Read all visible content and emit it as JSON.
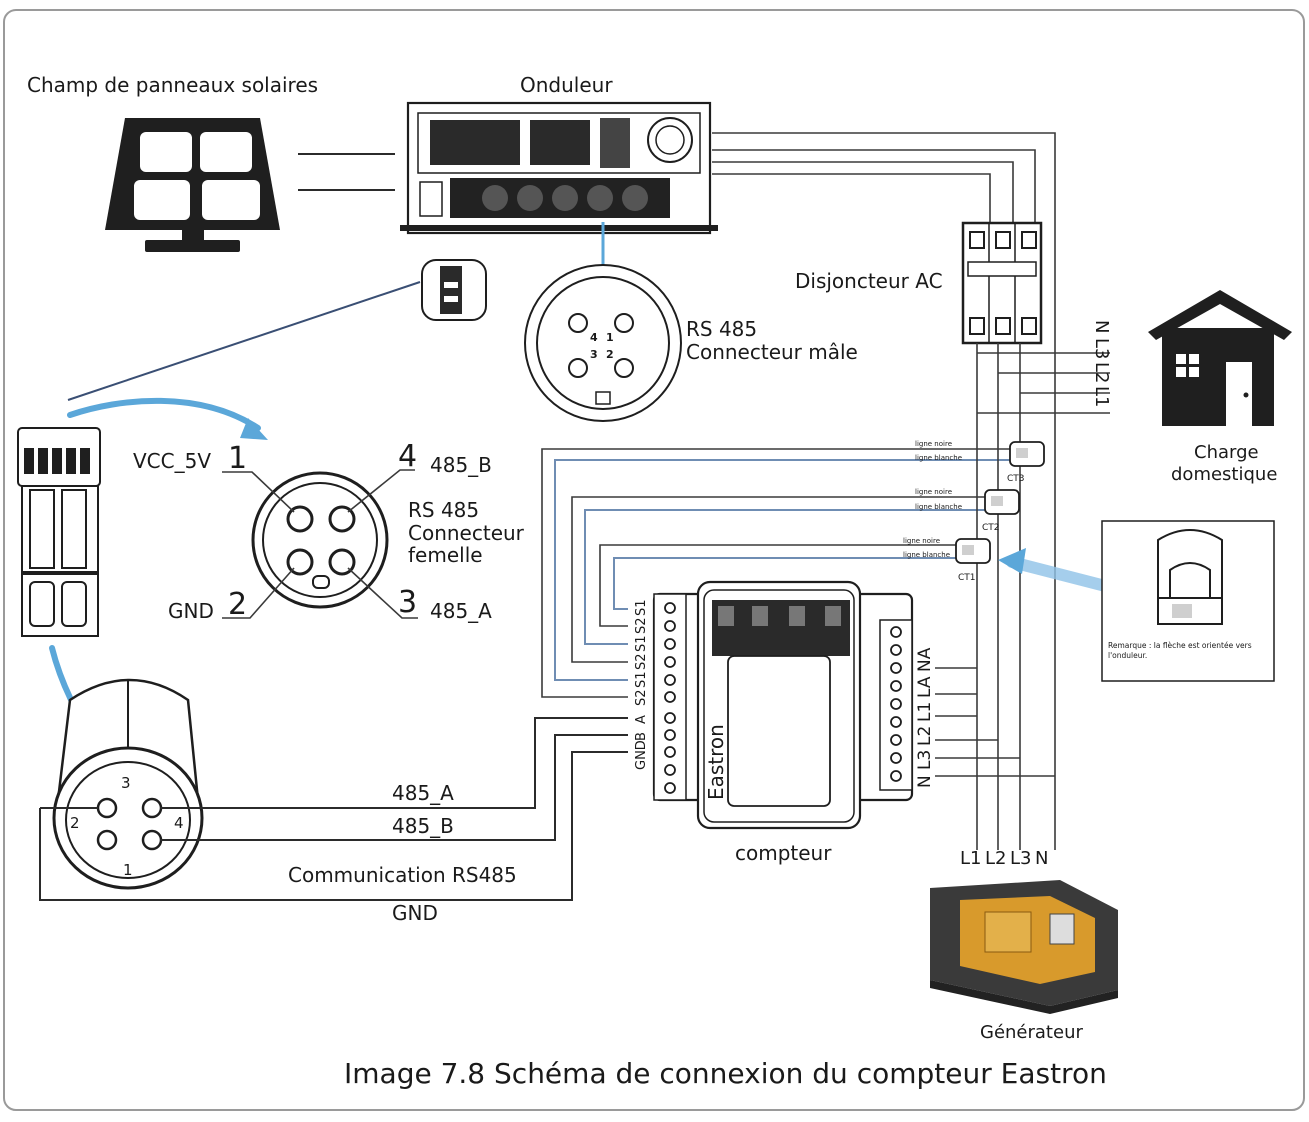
{
  "caption": "Image 7.8 Schéma de connexion du compteur Eastron",
  "labels": {
    "solar_field": "Champ de panneaux  solaires",
    "inverter": "Onduleur",
    "ac_breaker": "Disjoncteur AC",
    "rs485_male_line1": "RS 485",
    "rs485_male_line2": "Connecteur mâle",
    "rs485_female_line1": "RS 485",
    "rs485_female_line2": "Connecteur",
    "rs485_female_line3": "femelle",
    "vcc": "VCC_5V",
    "gnd_pin": "GND",
    "b_pin": "485_B",
    "a_pin": "485_A",
    "pin1": "1",
    "pin2": "2",
    "pin3": "3",
    "pin4": "4",
    "house_load_line1": "Charge",
    "house_load_line2": "domestique",
    "ct3": "CT3",
    "ct2": "CT2",
    "ct1": "CT1",
    "ligne_noire": "ligne noire",
    "ligne_blanche": "ligne blanche",
    "note": "Remarque : la flèche est orientée vers l'onduleur.",
    "meter_brand": "Eastron",
    "meter": "compteur",
    "wire_a": "485_A",
    "wire_b": "485_B",
    "comm": "Communication RS485",
    "wire_gnd": "GND",
    "generator": "Générateur",
    "house_phases": [
      "N",
      "L3",
      "L2",
      "L1"
    ],
    "gen_phases": [
      "L1",
      "L2",
      "L3",
      "N"
    ],
    "meter_left_terms": [
      "S1",
      "S2",
      "S1",
      "S2",
      "S1",
      "S2",
      "A",
      "B",
      "GND"
    ],
    "meter_right_terms": [
      "NA",
      "LA",
      "L1",
      "L2",
      "L3",
      "N"
    ],
    "plug_pins": [
      "1",
      "2",
      "3",
      "4"
    ],
    "male_pins": [
      "4",
      "1",
      "3",
      "2"
    ]
  },
  "colors": {
    "wire": "#2b2b2b",
    "ct_wire": "#6f8db3",
    "arrow": "#5ba7d9"
  }
}
